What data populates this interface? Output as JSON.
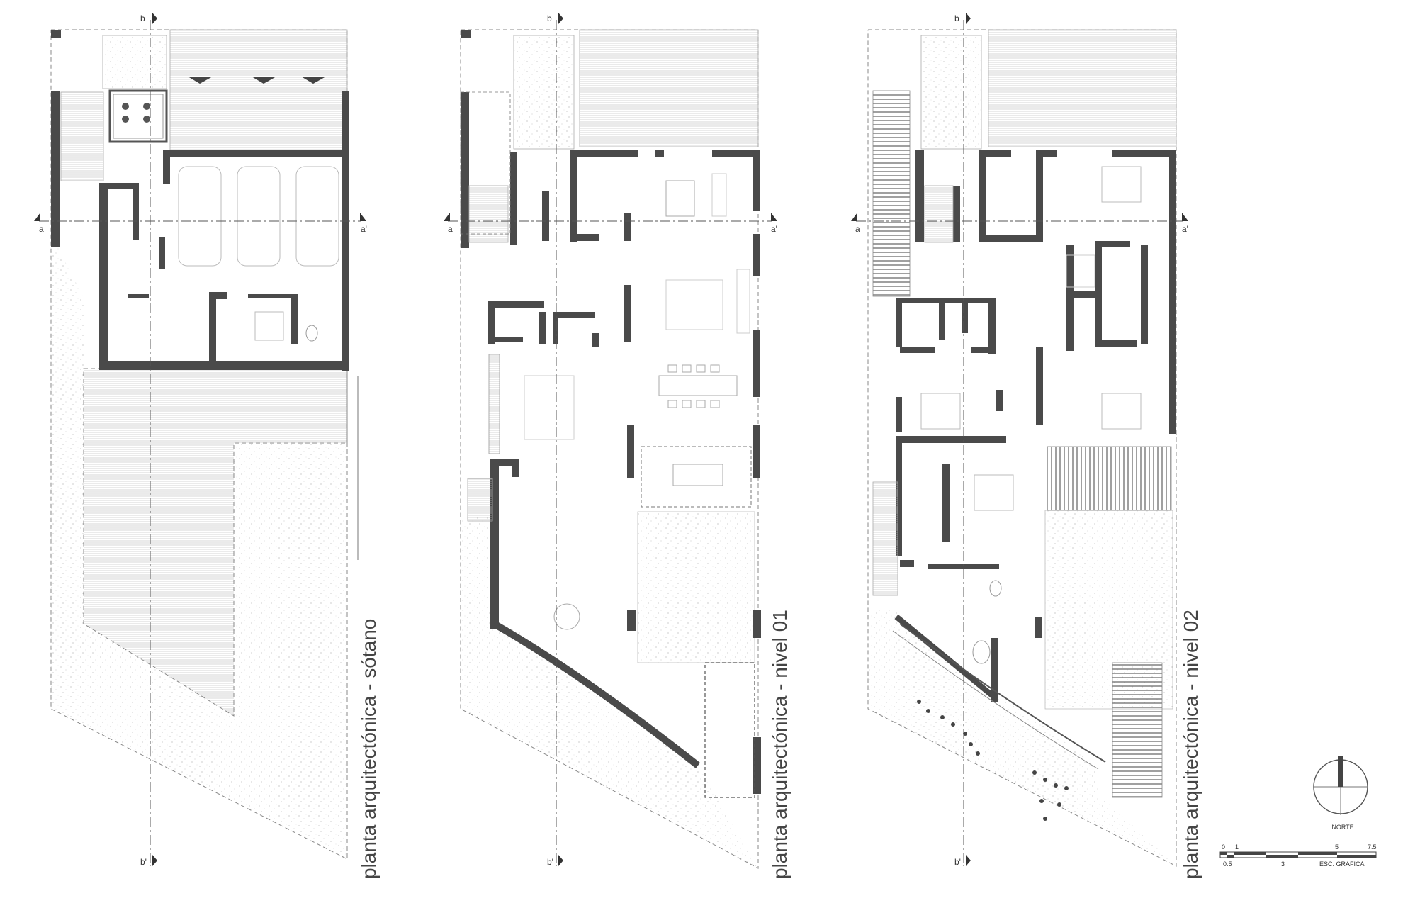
{
  "plans": [
    {
      "title": "planta arquitectónica - sótano",
      "section_a": "a",
      "section_a2": "a'",
      "section_b": "b",
      "section_b2": "b'"
    },
    {
      "title": "planta arquitectónica - nivel 01",
      "section_a": "a",
      "section_a2": "a'",
      "section_b": "b",
      "section_b2": "b'"
    },
    {
      "title": "planta arquitectónica - nivel 02",
      "section_a": "a",
      "section_a2": "a'",
      "section_b": "b",
      "section_b2": "b'"
    }
  ],
  "north": {
    "label": "NORTE"
  },
  "scale": {
    "label": "ESC. GRÁFICA",
    "top_ticks": [
      "0",
      "1",
      "5",
      "7.5"
    ],
    "bottom_ticks": [
      "0.5",
      "3"
    ]
  },
  "colors": {
    "wall": "#4a4a4a",
    "line": "#999999",
    "hatch": "#c8c8c8"
  }
}
